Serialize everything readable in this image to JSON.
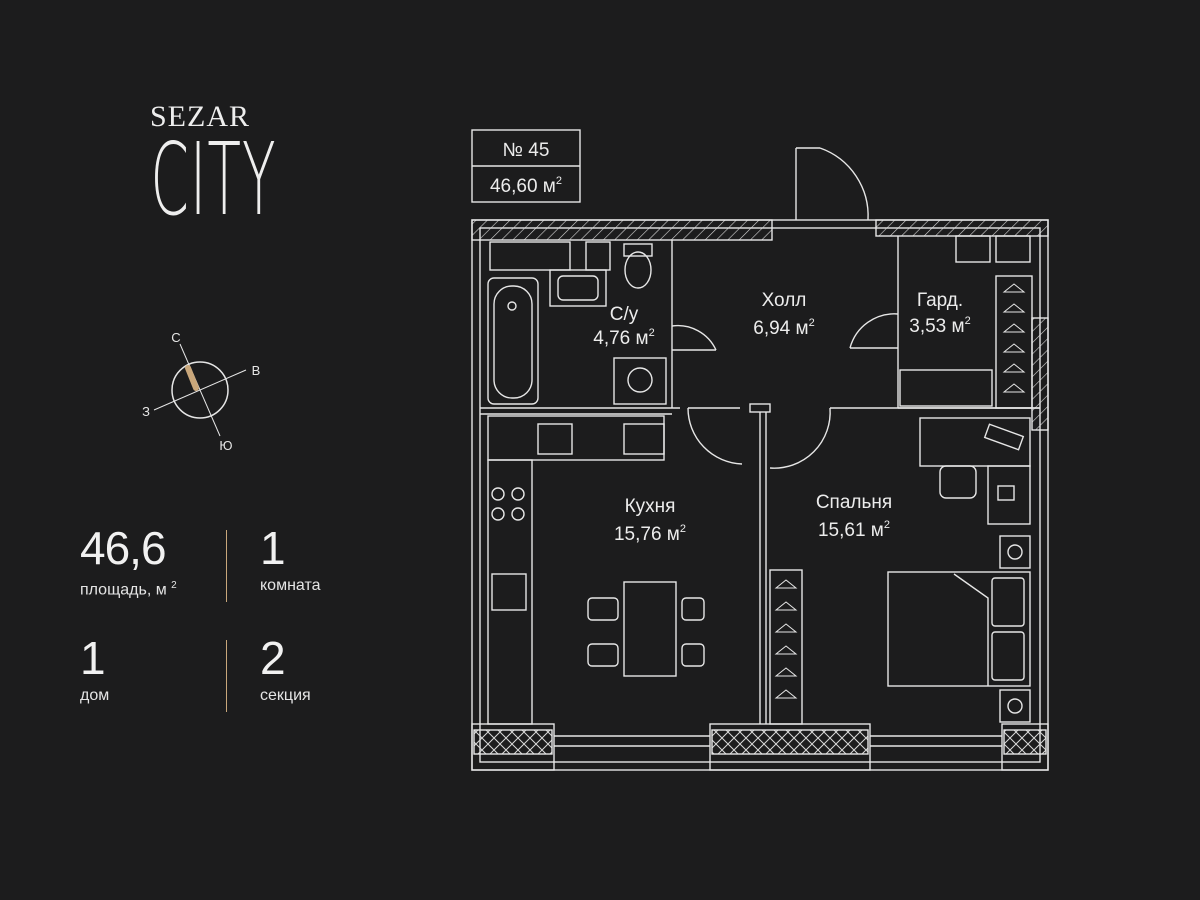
{
  "logo": {
    "brand": "SEZAR",
    "name": "CITY"
  },
  "compass": {
    "north": "С",
    "east": "В",
    "south": "Ю",
    "west": "З"
  },
  "stats": {
    "area": {
      "value": "46,6",
      "label": "площадь, м",
      "unit_sup": "2"
    },
    "rooms": {
      "value": "1",
      "label": "комната"
    },
    "building": {
      "value": "1",
      "label": "дом"
    },
    "section": {
      "value": "2",
      "label": "секция"
    }
  },
  "apartment": {
    "number": "№ 45",
    "area": "46,60 м",
    "area_sup": "2"
  },
  "rooms": [
    {
      "name": "С/у",
      "area": "4,76 м",
      "sup": "2"
    },
    {
      "name": "Холл",
      "area": "6,94 м",
      "sup": "2"
    },
    {
      "name": "Гард.",
      "area": "3,53 м",
      "sup": "2"
    },
    {
      "name": "Кухня",
      "area": "15,76 м",
      "sup": "2"
    },
    {
      "name": "Спальня",
      "area": "15,61 м",
      "sup": "2"
    }
  ],
  "colors": {
    "background": "#1c1c1d",
    "accent": "#c9a77b",
    "lines": "#e6e6e6"
  }
}
